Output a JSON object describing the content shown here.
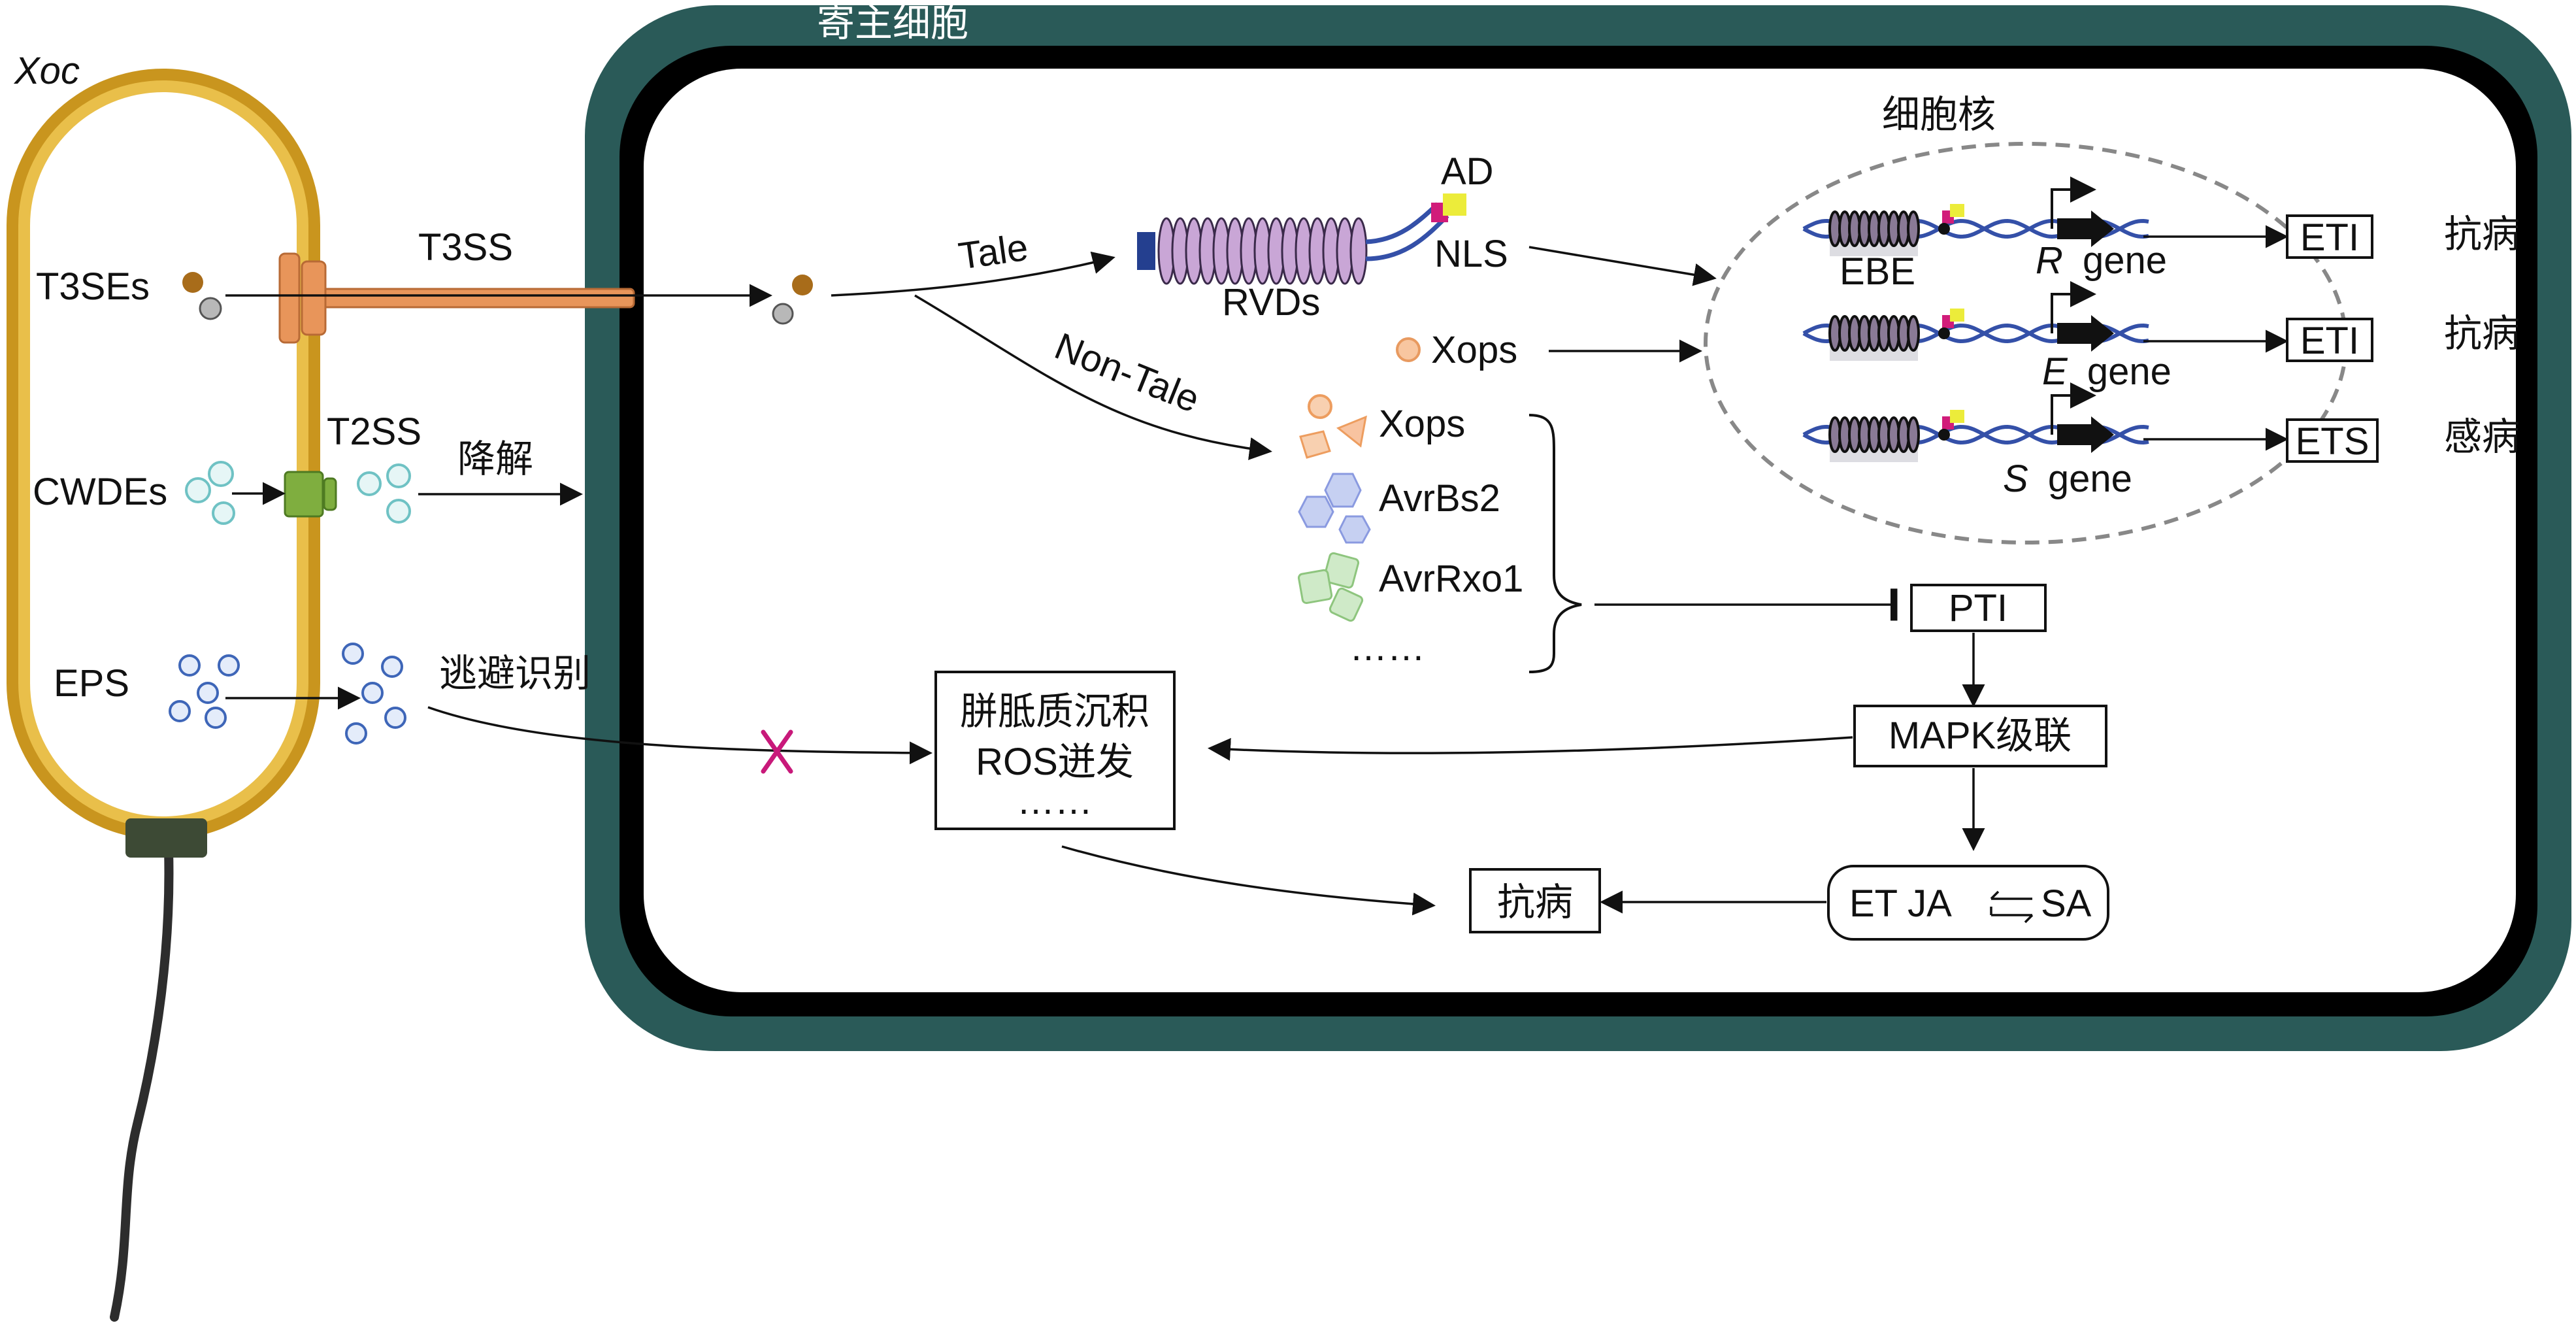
{
  "labels": {
    "xoc": "Xoc",
    "host_cell": "寄主细胞",
    "nucleus": "细胞核",
    "t3ses": "T3SEs",
    "t3ss": "T3SS",
    "cwdes": "CWDEs",
    "t2ss": "T2SS",
    "degrade": "降解",
    "eps": "EPS",
    "evade": "逃避识别",
    "tale": "Tale",
    "non_tale": "Non-Tale",
    "rvds": "RVDs",
    "ad": "AD",
    "nls": "NLS",
    "xops_nucleus": "Xops",
    "xops": "Xops",
    "avrbs2": "AvrBs2",
    "avrrxo1": "AvrRxo1",
    "ellipsis_effectors": "……",
    "ebe": "EBE",
    "r_gene_letter": "R",
    "e_gene_letter": "E",
    "s_gene_letter": "S",
    "gene_word": "gene",
    "eti_1": "ETI",
    "eti_2": "ETI",
    "ets": "ETS",
    "resist_1": "抗病",
    "resist_2": "抗病",
    "suscept": "感病",
    "pti": "PTI",
    "mapk": "MAPK级联",
    "callose_line1": "胼胝质沉积",
    "callose_line2": "ROS迸发",
    "callose_line3": "……",
    "hormones_left": "ET JA",
    "hormones_right": "SA",
    "resist_final": "抗病"
  },
  "colors": {
    "host_wall": "#2a5a58",
    "host_membrane": "#000000",
    "bacterium_wall": "#c9951e",
    "flagellum": "#2d2d2d",
    "t3ss": "#e8955a",
    "t2ss": "#7fae3f",
    "cwde_dot": "#6fc2c4",
    "eps_dot": "#3e66b8",
    "tale_body": "#c9a6d6",
    "tale_cap": "#243f8f",
    "dna": "#3450a8",
    "inhibit_mark": "#c8197a"
  }
}
